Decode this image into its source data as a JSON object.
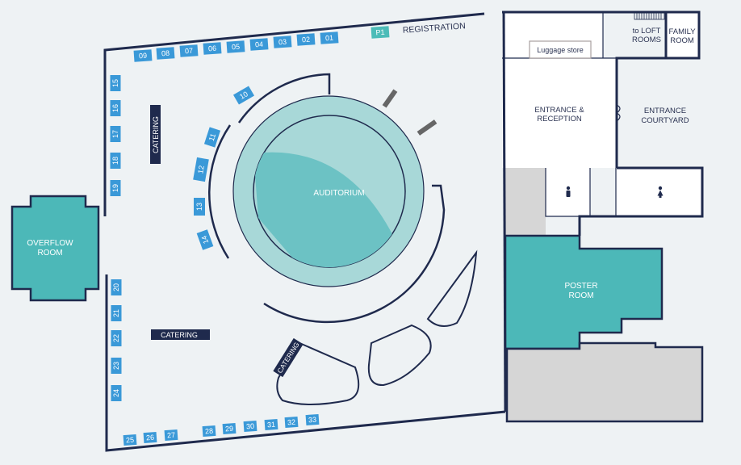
{
  "colors": {
    "booth": "#3a99d8",
    "partner": "#4cbcb8",
    "wall": "#1f2a4d",
    "teal_room": "#4cb8b8",
    "auditorium_light": "#a8d8d8",
    "auditorium_dark": "#6cc2c4",
    "catering": "#1f2a4d",
    "grey_area": "#d6d6d6",
    "background": "#eef2f4"
  },
  "rooms": {
    "registration": "REGISTRATION",
    "auditorium": "AUDITORIUM",
    "overflow_1": "OVERFLOW",
    "overflow_2": "ROOM",
    "poster_1": "POSTER",
    "poster_2": "ROOM",
    "entrance_1": "ENTRANCE &",
    "entrance_2": "RECEPTION",
    "courtyard_1": "ENTRANCE",
    "courtyard_2": "COURTYARD",
    "loft_1": "to LOFT",
    "loft_2": "ROOMS",
    "family_1": "FAMILY",
    "family_2": "ROOM",
    "luggage": "Luggage store"
  },
  "catering": [
    "CATERING",
    "CATERING",
    "CATERING"
  ],
  "partner_booth": "P1",
  "booths": [
    "01",
    "02",
    "03",
    "04",
    "05",
    "06",
    "07",
    "08",
    "09",
    "10",
    "11",
    "12",
    "13",
    "14",
    "15",
    "16",
    "17",
    "18",
    "19",
    "20",
    "21",
    "22",
    "23",
    "24",
    "25",
    "26",
    "27",
    "28",
    "29",
    "30",
    "31",
    "32",
    "33"
  ],
  "icons": [
    "male-toilet-icon",
    "female-toilet-icon",
    "stairs-icon"
  ]
}
